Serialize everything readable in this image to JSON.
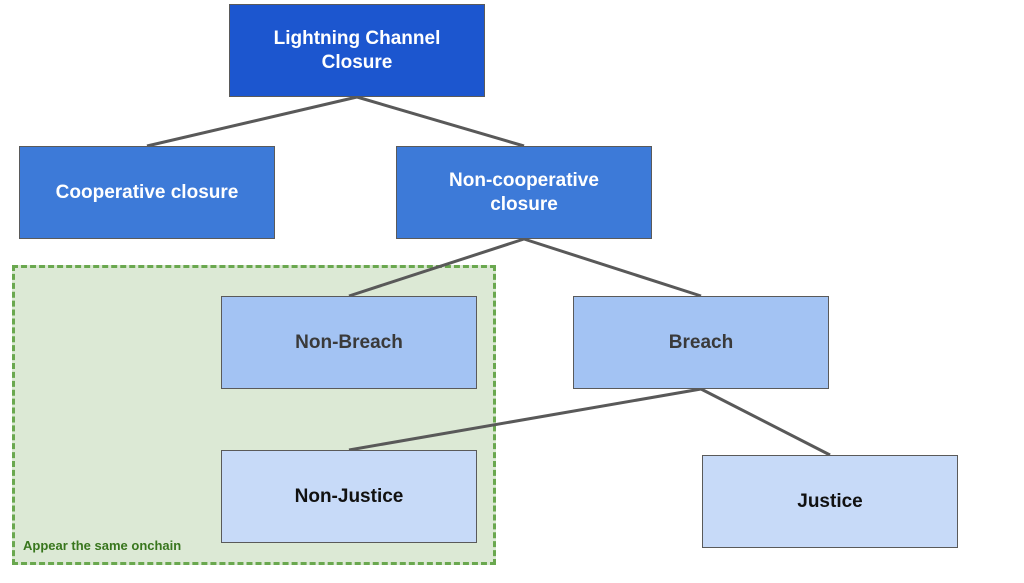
{
  "group": {
    "label": "Appear the same onchain",
    "border_color": "#6aa84f",
    "fill_color": "#dce9d5"
  },
  "nodes": {
    "root": "Lightning Channel Closure",
    "cooperative": "Cooperative closure",
    "non_cooperative": "Non-cooperative closure",
    "non_breach": "Non-Breach",
    "breach": "Breach",
    "non_justice": "Non-Justice",
    "justice": "Justice"
  },
  "colors": {
    "level0": "#1c56cf",
    "level1": "#3d7ad8",
    "level2": "#a3c3f3",
    "level3": "#c7daf8",
    "edge": "#595959"
  }
}
